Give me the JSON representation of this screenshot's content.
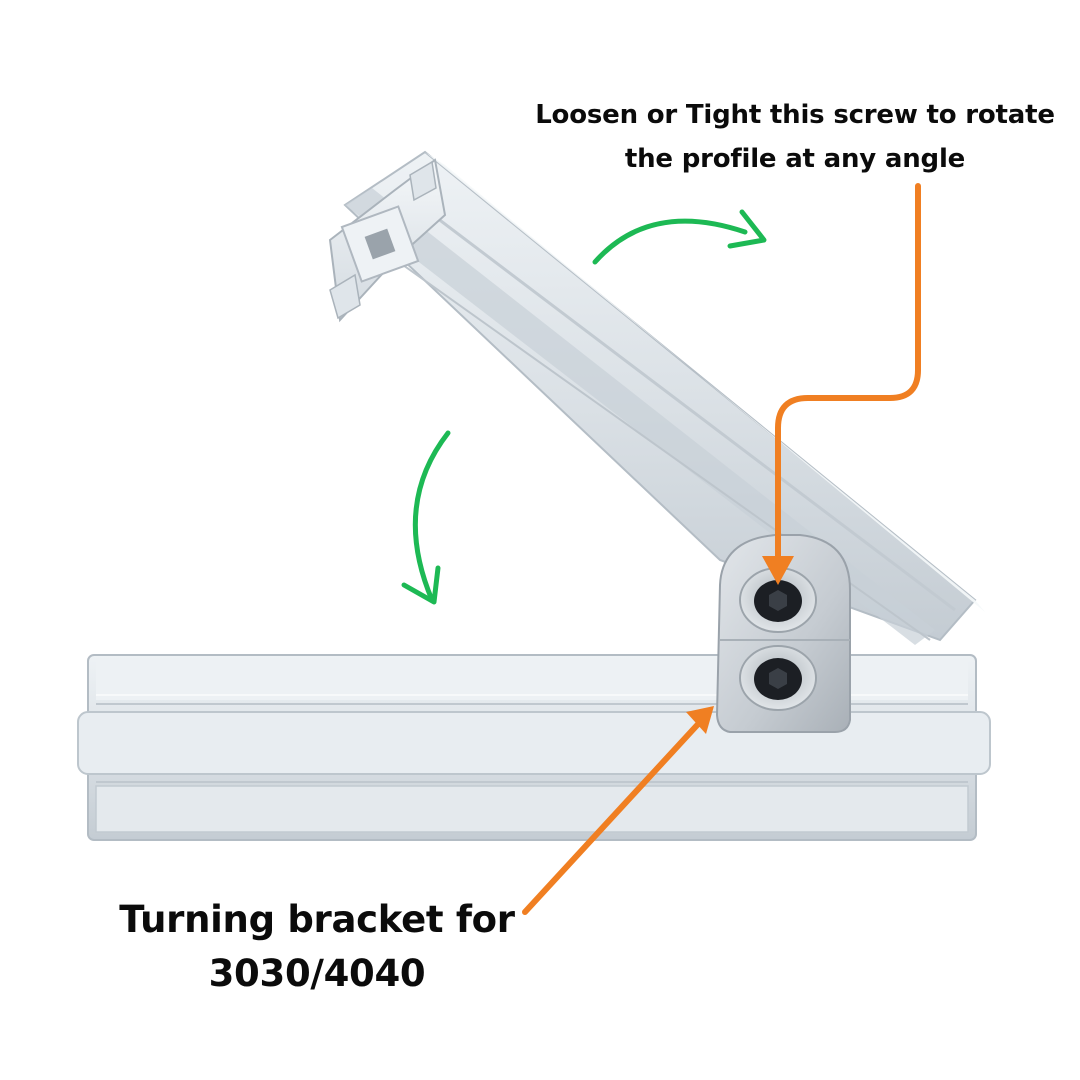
{
  "annotations": {
    "screw_note": {
      "line1": "Loosen or Tight this screw to rotate",
      "line2": "the profile at any angle"
    },
    "bracket_note": {
      "line1": "Turning bracket for",
      "line2": "3030/4040"
    }
  },
  "colors": {
    "background": "#ffffff",
    "text": "#0b0b0b",
    "callout_arrow": "#f07f22",
    "rotation_arrow": "#1db954",
    "aluminium": "#dde3e8",
    "aluminium_shadow": "#b9c2ca",
    "bracket": "#c9ced3",
    "screw": "#1c1f24"
  },
  "icons": {
    "callout_arrow": "orange-callout-arrow-icon",
    "rotation_arrow": "green-curved-rotation-arrow-icon",
    "screw": "hex-socket-screw-icon"
  }
}
